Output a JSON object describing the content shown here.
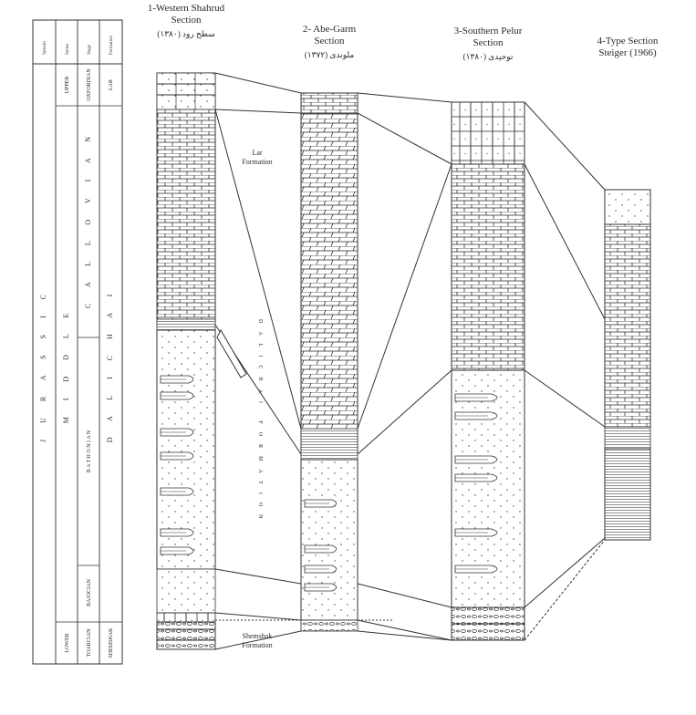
{
  "columns": [
    {
      "id": "1",
      "title_lines": [
        "1-Western Shahrud",
        "Section"
      ],
      "subtitle": "سطح رود (۱۳۸۰)"
    },
    {
      "id": "2",
      "title_lines": [
        "2- Abe-Garm",
        "Section"
      ],
      "subtitle": "ملوندی (۱۳۷۲)"
    },
    {
      "id": "3",
      "title_lines": [
        "3-Southern Pelur",
        "Section"
      ],
      "subtitle": "توحیدی (۱۳۸۰)"
    },
    {
      "id": "4",
      "title_lines": [
        "4-Type Section",
        "Steiger (1966)"
      ],
      "subtitle": ""
    }
  ],
  "strat_table": {
    "headers": [
      "System",
      "Series",
      "Stage",
      "Formation"
    ],
    "system_text": "J U R A S S I C",
    "series": [
      "UPPER",
      "M I D D L E",
      "LOWER"
    ],
    "stages": [
      "OXFORDIAN",
      "C A L L O V I A N",
      "B A T H O N I A N",
      "BAJOCIAN",
      "TOARCIAN"
    ],
    "formations": [
      "LAR",
      "D A L I C H A I",
      "SHEMSHAK"
    ]
  },
  "formation_labels": {
    "lar": [
      "Lar",
      "Formation"
    ],
    "dalichai": "DALICHAI FORMATION",
    "shemshak": [
      "Shemshak",
      "Formation"
    ]
  }
}
